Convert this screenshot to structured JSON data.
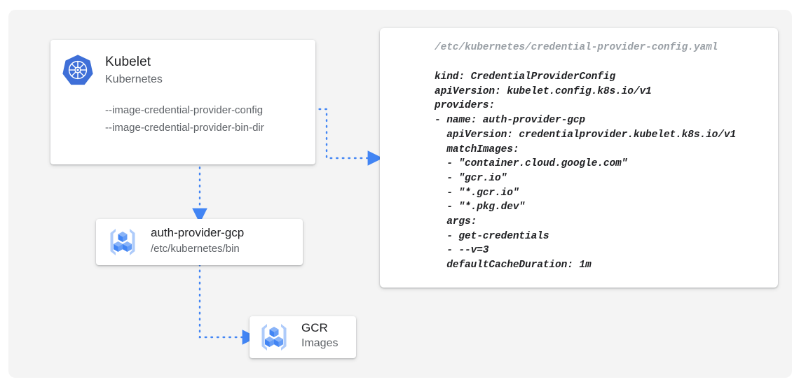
{
  "canvas": {
    "background": "#f4f4f4",
    "page_background": "#ffffff"
  },
  "colors": {
    "accent_blue": "#4285f4",
    "icon_light_blue": "#aecbfa",
    "icon_mid_blue": "#669df6",
    "text_primary": "#202124",
    "text_secondary": "#5f6368",
    "text_muted": "#9aa0a6",
    "connector": "#4285f4"
  },
  "kubelet_card": {
    "icon": "kubernetes-logo-icon",
    "title": "Kubelet",
    "subtitle": "Kubernetes",
    "flags": [
      "--image-credential-provider-config",
      "--image-credential-provider-bin-dir"
    ]
  },
  "auth_provider_card": {
    "icon": "container-registry-icon",
    "title": "auth-provider-gcp",
    "subtitle": "/etc/kubernetes/bin"
  },
  "gcr_card": {
    "icon": "container-registry-icon",
    "title": "GCR",
    "subtitle": "Images"
  },
  "code_panel": {
    "path": "/etc/kubernetes/credential-provider-config.yaml",
    "lines": [
      "kind: CredentialProviderConfig",
      "apiVersion: kubelet.config.k8s.io/v1",
      "providers:",
      "- name: auth-provider-gcp",
      "  apiVersion: credentialprovider.kubelet.k8s.io/v1",
      "  matchImages:",
      "  - \"container.cloud.google.com\"",
      "  - \"gcr.io\"",
      "  - \"*.gcr.io\"",
      "  - \"*.pkg.dev\"",
      "  args:",
      "  - get-credentials",
      "  - --v=3",
      "  defaultCacheDuration: 1m"
    ]
  },
  "connectors": [
    {
      "name": "kubelet-config-to-code-panel",
      "from": "kubelet-card-config-flag",
      "to": "code-panel",
      "style": "dotted",
      "arrow": "right"
    },
    {
      "name": "kubelet-to-auth-provider",
      "from": "kubelet-card",
      "to": "auth-provider-card",
      "style": "dotted",
      "arrow": "down"
    },
    {
      "name": "auth-provider-to-gcr",
      "from": "auth-provider-card",
      "to": "gcr-card",
      "style": "dotted",
      "arrow": "right"
    }
  ]
}
